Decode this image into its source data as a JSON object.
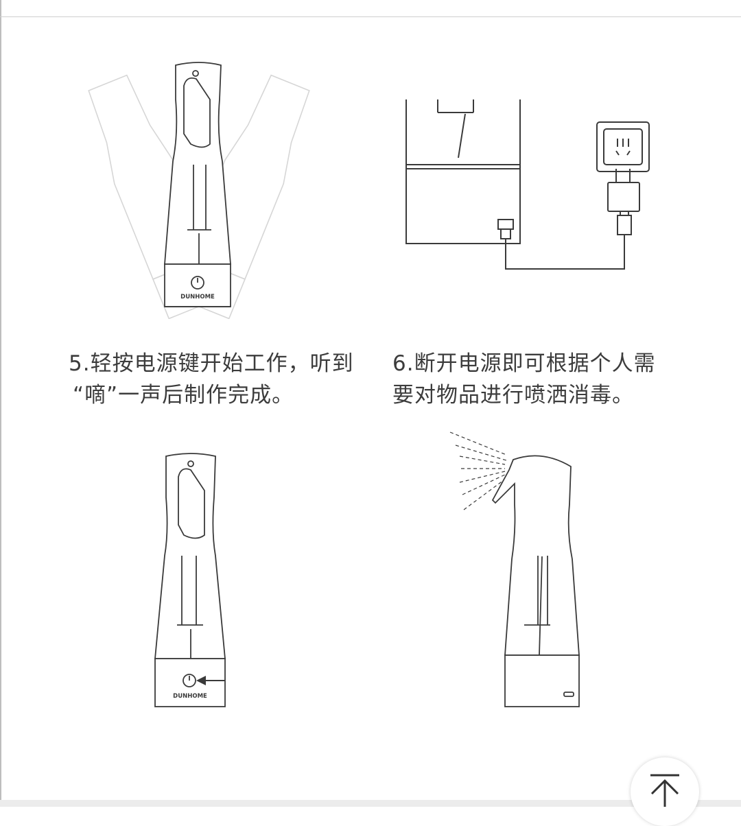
{
  "steps": [
    {
      "number": "5.",
      "line1": "轻按电源键开始工作，听到",
      "line2": "“嘀”一声后制作完成。"
    },
    {
      "number": "6.",
      "line1": "断开电源即可根据个人需",
      "line2": "要对物品进行喷洒消毒。"
    }
  ],
  "brand": "DUNHOME",
  "back_to_top_icon": "arrow-up-to-top-icon",
  "colors": {
    "line": "#3a3a3a",
    "faint": "#cfcfcf",
    "text": "#3c3c3c"
  }
}
